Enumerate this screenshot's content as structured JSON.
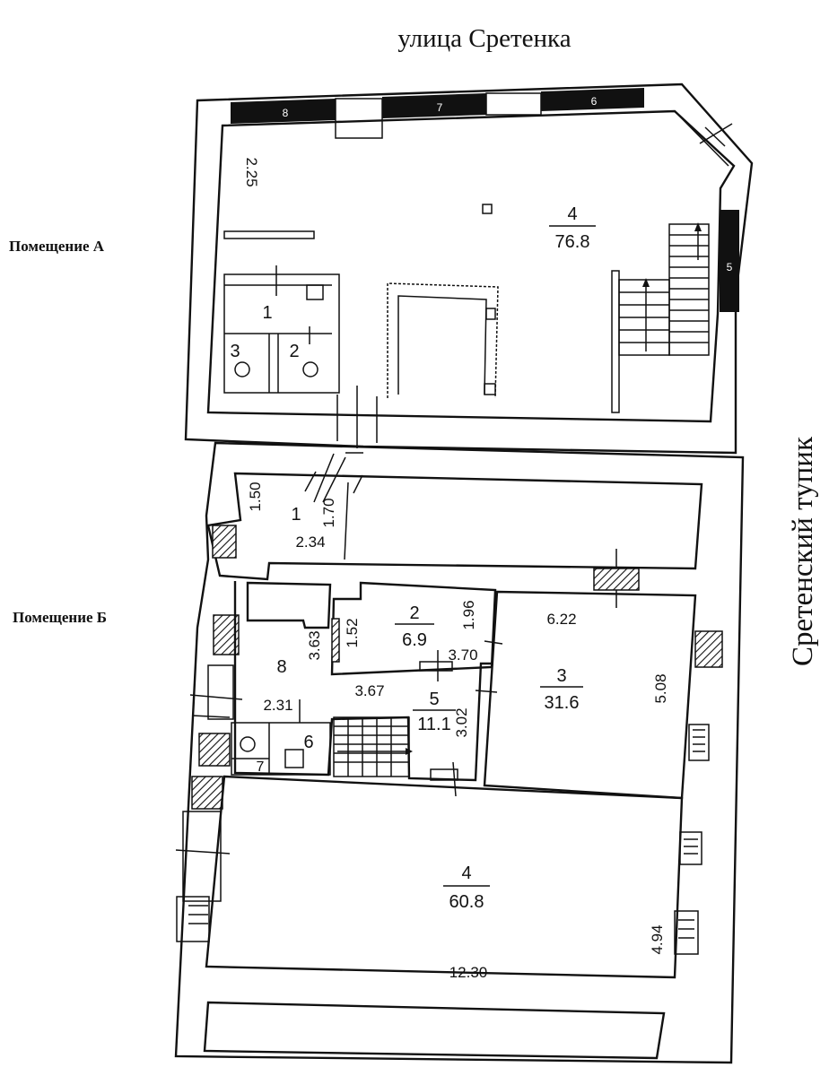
{
  "street_top": "улица Сретенка",
  "street_right": "Сретенский тупик",
  "premises_a": {
    "label": "Помещение А",
    "rooms": [
      {
        "num": "4",
        "area": "76.8"
      },
      {
        "num": "1"
      },
      {
        "num": "2"
      },
      {
        "num": "3"
      }
    ],
    "windows": [
      "8",
      "7",
      "6",
      "5"
    ],
    "dims": [
      "2.25"
    ]
  },
  "premises_b": {
    "label": "Помещение Б",
    "rooms": [
      {
        "num": "1"
      },
      {
        "num": "2",
        "area": "6.9"
      },
      {
        "num": "3",
        "area": "31.6"
      },
      {
        "num": "4",
        "area": "60.8"
      },
      {
        "num": "5",
        "area": "11.1"
      },
      {
        "num": "6"
      },
      {
        "num": "7"
      },
      {
        "num": "8"
      }
    ],
    "dims": [
      "1.50",
      "1.70",
      "2.34",
      "1.52",
      "1.96",
      "3.63",
      "3.70",
      "6.22",
      "5.08",
      "3.67",
      "3.02",
      "2.31",
      "12.30",
      "4.94"
    ]
  }
}
